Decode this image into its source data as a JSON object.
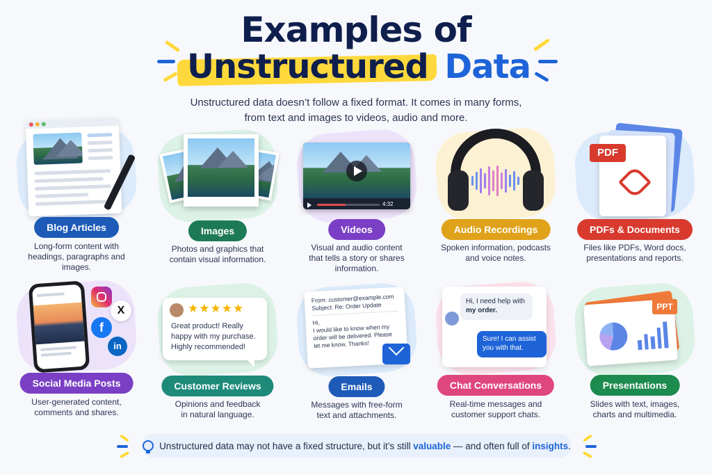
{
  "header": {
    "title_line1": "Examples of",
    "title_highlight": "Unstructured",
    "title_accent": "Data",
    "intro_line1": "Unstructured data doesn’t follow a fixed format. It comes in many forms,",
    "intro_line2": "from text and images to videos, audio and more."
  },
  "colors": {
    "navy": "#0f1f4d",
    "accent_blue": "#1e64d8",
    "highlight_yellow": "#ffd93b"
  },
  "cards": [
    {
      "label": "Blog Articles",
      "desc": [
        "Long-form content with",
        "headings, paragraphs and",
        "images."
      ],
      "color": "#1e5bb8",
      "bg": "#dcebfb",
      "icon": "document-icon"
    },
    {
      "label": "Images",
      "desc": [
        "Photos and graphics that",
        "contain visual information."
      ],
      "color": "#1d7a57",
      "bg": "#dcf2e6",
      "icon": "photo-icon"
    },
    {
      "label": "Videos",
      "desc": [
        "Visual and audio content",
        "that tells a story or shares",
        "information."
      ],
      "color": "#7a3fc4",
      "bg": "#ece3fb",
      "icon": "video-player-icon"
    },
    {
      "label": "Audio Recordings",
      "desc": [
        "Spoken information, podcasts",
        "and voice notes."
      ],
      "color": "#e0a21a",
      "bg": "#fcf1d2",
      "icon": "headphones-icon"
    },
    {
      "label": "PDFs & Documents",
      "desc": [
        "Files like PDFs, Word docs,",
        "presentations and reports."
      ],
      "color": "#d83a2e",
      "bg": "#dcebfb",
      "icon": "pdf-icon"
    },
    {
      "label": "Social Media Posts",
      "desc": [
        "User-generated content,",
        "comments and shares."
      ],
      "color": "#7a3fc4",
      "bg": "#ece3fb",
      "icon": "smartphone-icon"
    },
    {
      "label": "Customer Reviews",
      "desc": [
        "Opinions and feedback",
        "in natural language."
      ],
      "color": "#1d8a7a",
      "bg": "#dcf2e6",
      "icon": "review-icon"
    },
    {
      "label": "Emails",
      "desc": [
        "Messages with free-form",
        "text and attachments."
      ],
      "color": "#1e5bb8",
      "bg": "#dcebfb",
      "icon": "email-icon"
    },
    {
      "label": "Chat Conversations",
      "desc": [
        "Real-time messages and",
        "customer support chats."
      ],
      "color": "#e0467e",
      "bg": "#fbe1ea",
      "icon": "chat-icon"
    },
    {
      "label": "Presentations",
      "desc": [
        "Slides with text, images,",
        "charts and multimedia."
      ],
      "color": "#1d8a4e",
      "bg": "#dcf2e6",
      "icon": "presentation-icon"
    }
  ],
  "illustrations": {
    "video_time": "4:32",
    "pdf_tag": "PDF",
    "ppt_tag": "PPT",
    "review_text": [
      "Great product! Really",
      "happy with my purchase.",
      "Highly recommended!"
    ],
    "review_stars": 5,
    "review_stars_text": "★★★★★",
    "email_from": "From: customer@example.com",
    "email_subject": "Subject: Re: Order Update",
    "email_body": [
      "Hi,",
      "I would like to know when my",
      "order will be delivered. Please",
      "let me know. Thanks!"
    ],
    "chat_user_msg": [
      "Hi, I need help with",
      "my order."
    ],
    "chat_agent_msg": [
      "Sure! I can assist",
      "you with that."
    ],
    "social_icons": [
      "instagram-icon",
      "x-icon",
      "facebook-icon",
      "linkedin-icon"
    ],
    "social_x": "X",
    "social_f": "f",
    "social_in": "in"
  },
  "footer": {
    "text_before": "Unstructured data may not have a fixed structure, but it’s still",
    "bold1": "valuable",
    "text_mid": "— and often full of",
    "bold2": "insights",
    "text_end": "."
  }
}
